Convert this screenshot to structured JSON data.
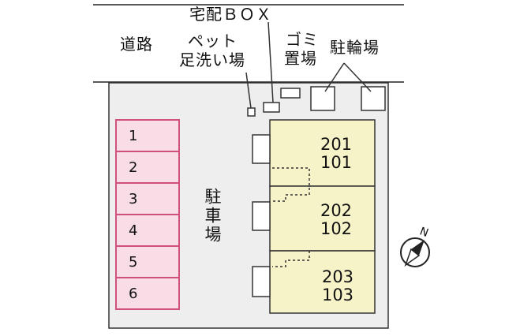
{
  "labels": {
    "road": "道路",
    "delivery_box": "宅配ＢＯＸ",
    "pet_wash_line1": "ペット",
    "pet_wash_line2": "足洗い場",
    "garbage_line1": "ゴミ",
    "garbage_line2": "置場",
    "bicycle": "駐輪場",
    "parking": "駐車場"
  },
  "parking_spaces": [
    "1",
    "2",
    "3",
    "4",
    "5",
    "6"
  ],
  "units": [
    {
      "upper": "201",
      "lower": "101"
    },
    {
      "upper": "202",
      "lower": "102"
    },
    {
      "upper": "203",
      "lower": "103"
    }
  ],
  "compass": {
    "direction": "N"
  },
  "colors": {
    "lot": "#eeeeee",
    "parking_fill": "#f8dce6",
    "parking_stroke": "#d0527a",
    "building": "#f7f3c8"
  }
}
